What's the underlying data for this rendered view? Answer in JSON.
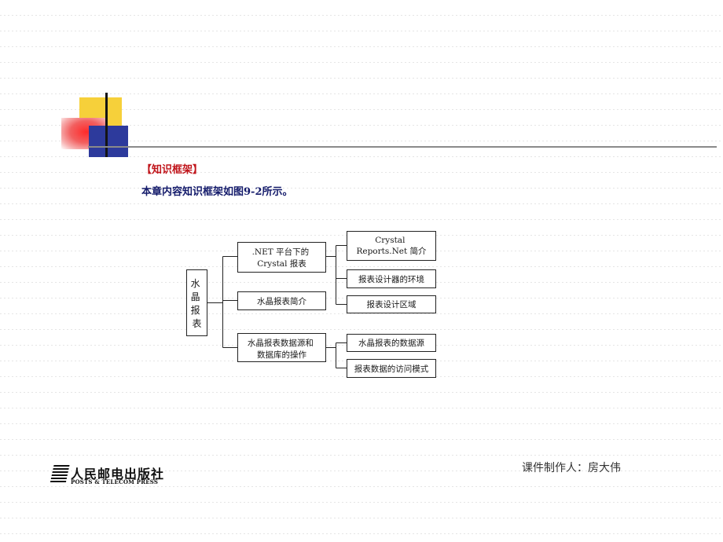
{
  "heading": "【知识框架】",
  "intro": "本章内容知识框架如图9-2所示。",
  "diagram": {
    "root": [
      "水",
      "晶",
      "报",
      "表"
    ],
    "level1": [
      {
        "lines": [
          ".NET 平台下的",
          "Crystal 报表"
        ]
      },
      {
        "lines": [
          "水晶报表简介"
        ]
      },
      {
        "lines": [
          "水晶报表数据源和",
          "数据库的操作"
        ]
      }
    ],
    "level2": [
      {
        "lines": [
          "Crystal",
          "Reports.Net 简介"
        ]
      },
      {
        "lines": [
          "报表设计器的环境"
        ]
      },
      {
        "lines": [
          "报表设计区域"
        ]
      },
      {
        "lines": [
          "水晶报表的数据源"
        ]
      },
      {
        "lines": [
          "报表数据的访问模式"
        ]
      }
    ]
  },
  "publisher": {
    "name_cn": "人民邮电出版社",
    "name_en": "POSTS & TELECOM PRESS"
  },
  "author": "课件制作人：房大伟"
}
